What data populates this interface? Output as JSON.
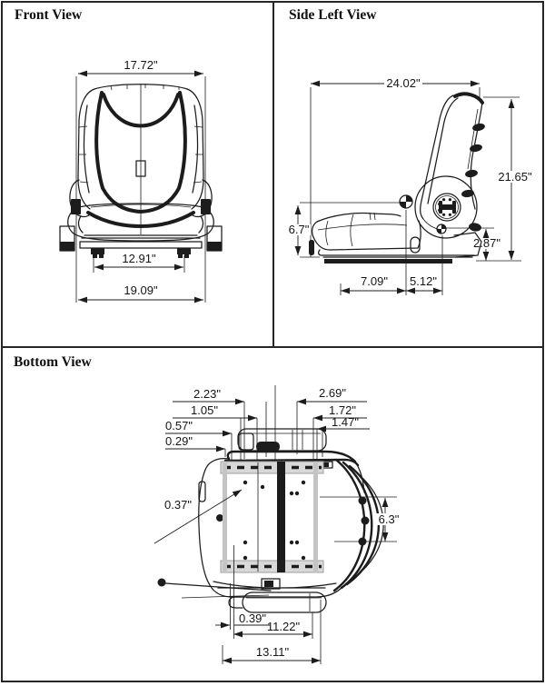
{
  "sheet": {
    "background": "#ffffff",
    "line_color": "#1c1c1c"
  },
  "panels": {
    "front": {
      "title": "Front View",
      "dims": {
        "overall_width": "17.72\"",
        "mount_width": "12.91\"",
        "base_width": "19.09\""
      }
    },
    "side_left": {
      "title": "Side Left View",
      "dims": {
        "overall_depth": "24.02\"",
        "overall_height": "21.65\"",
        "seat_height": "6.7\"",
        "base_height": "2.87\"",
        "front_offset": "7.09\"",
        "rear_offset": "5.12\""
      }
    },
    "bottom": {
      "title": "Bottom View",
      "dims": {
        "offset_a": "2.23\"",
        "offset_b": "1.05\"",
        "offset_c": "0.57\"",
        "offset_d": "0.29\"",
        "offset_e": "2.69\"",
        "offset_f": "1.72\"",
        "offset_g": "1.47\"",
        "hole_diameter": "0.37\"",
        "rail_span": "6.3\"",
        "slot_offset": "0.39\"",
        "mount_length": "11.22\"",
        "overall_length": "13.11\""
      }
    }
  }
}
